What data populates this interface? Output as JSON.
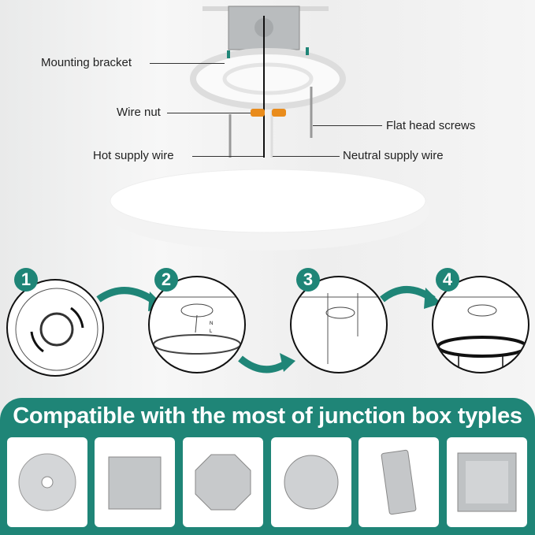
{
  "labels": {
    "mounting_bracket": "Mounting bracket",
    "wire_nut": "Wire nut",
    "hot_supply_wire": "Hot supply wire",
    "flat_head_screws": "Flat head screws",
    "neutral_supply_wire": "Neutral supply wire"
  },
  "steps": [
    {
      "number": "1"
    },
    {
      "number": "2"
    },
    {
      "number": "3"
    },
    {
      "number": "4"
    }
  ],
  "step2_marks": {
    "n": "N",
    "l": "L"
  },
  "banner": {
    "title": "Compatible with the most of junction box typles"
  },
  "junction_boxes": [
    "round-weatherproof-box-icon",
    "square-deep-box-icon",
    "octagon-box-icon",
    "round-pancake-box-icon",
    "handy-box-icon",
    "square-4in-box-icon"
  ],
  "colors": {
    "accent": "#1f8577"
  }
}
